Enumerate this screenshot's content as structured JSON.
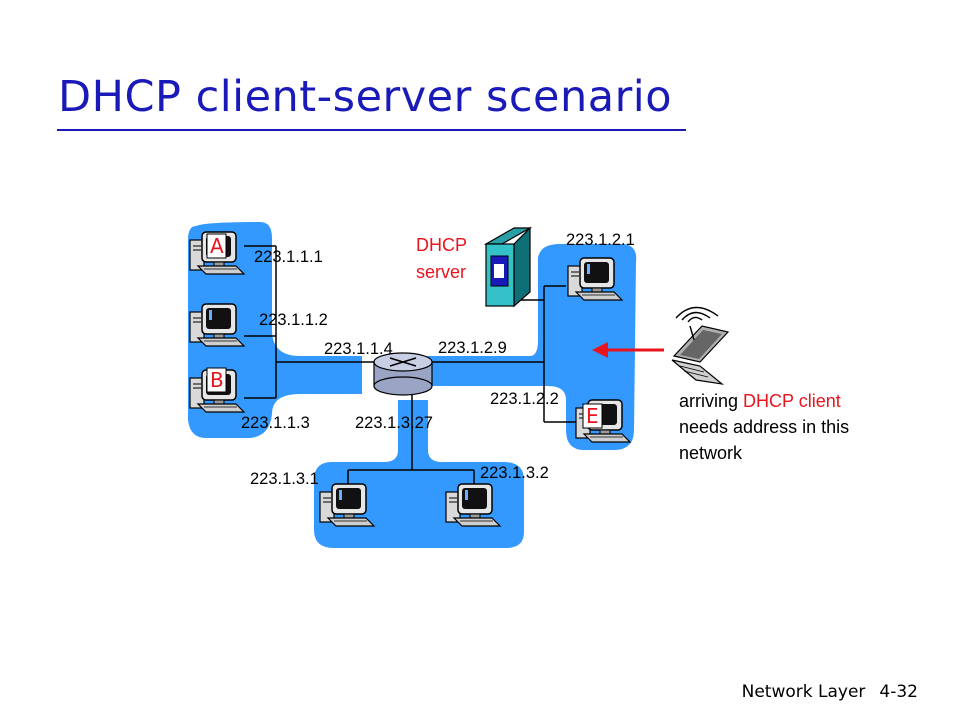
{
  "slide": {
    "title": "DHCP client-server scenario",
    "footer_section": "Network Layer",
    "footer_page": "4-32"
  },
  "hosts": {
    "a": "A",
    "b": "B",
    "e": "E"
  },
  "addresses": {
    "a1_1": "223.1.1.1",
    "a1_2": "223.1.1.2",
    "a1_3": "223.1.1.3",
    "a1_4": "223.1.1.4",
    "a2_1": "223.1.2.1",
    "a2_2": "223.1.2.2",
    "a2_9": "223.1.2.9",
    "a3_1": "223.1.3.1",
    "a3_2": "223.1.3.2",
    "a3_27": "223.1.3.27"
  },
  "dhcp_server": {
    "line1": "DHCP",
    "line2": "server"
  },
  "client_note": {
    "part1": "arriving ",
    "part2": "DHCP client",
    "part3": " needs address in this network"
  },
  "colors": {
    "title": "#1a1ab8",
    "subnet_fill": "#3399ff",
    "accent_red": "#e8141e"
  }
}
